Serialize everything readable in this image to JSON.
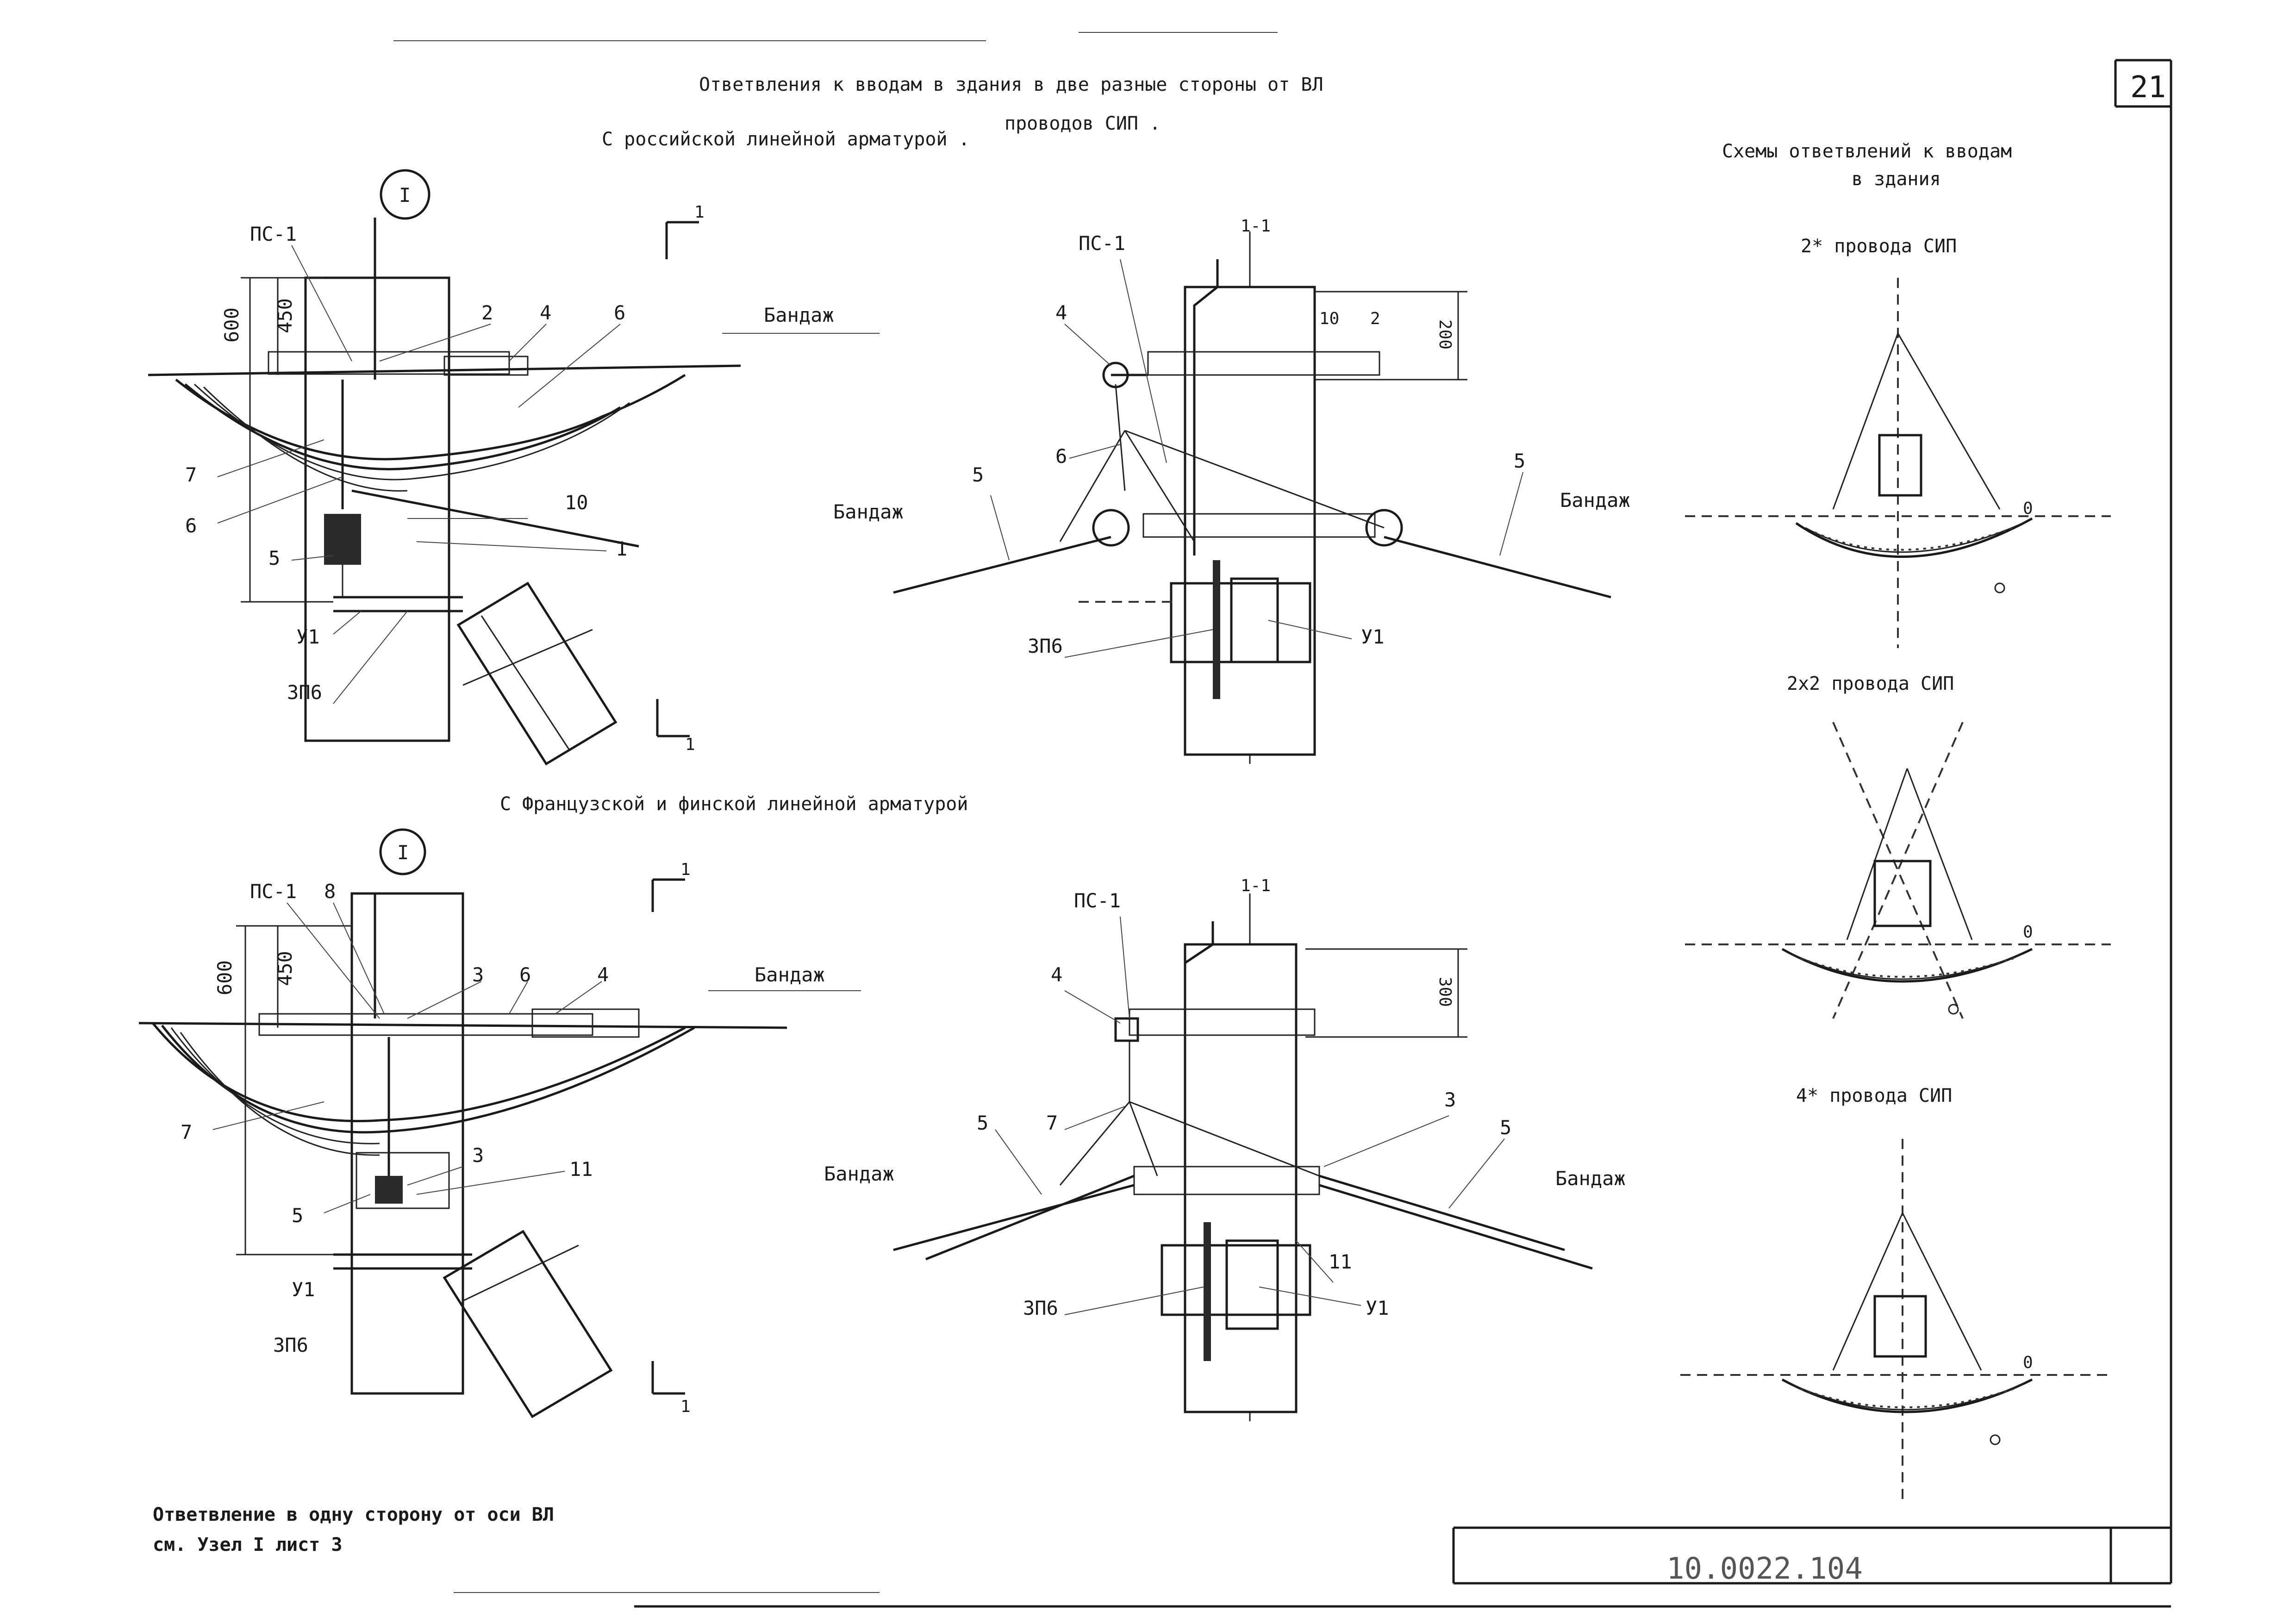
{
  "header": {
    "title_line1": "Ответвления к вводам в здания в две разные стороны от ВЛ",
    "title_line2": "проводов СИП .",
    "subtitle_russian": "С российской линейной арматурой .",
    "subtitle_french_finnish": "С Французской и финской линейной арматурой",
    "sheet_number": "21"
  },
  "schemes_panel": {
    "title_line1": "Схемы ответвлений к вводам",
    "title_line2": "в здания",
    "scheme1_caption": "2* провода СИП",
    "scheme2_caption": "2х2 провода СИП",
    "scheme3_caption": "4* провода СИП",
    "zero_label": "0"
  },
  "labels": {
    "ps1": "ПС-1",
    "bandage": "Бандаж",
    "section": "1-1",
    "node_mark": "I",
    "cut_mark": "1",
    "u1": "У1",
    "zp6": "ЗП6",
    "dim_600": "600",
    "dim_450": "450",
    "dim_200": "200",
    "dim_300": "300",
    "n1": "1",
    "n2": "2",
    "n3": "3",
    "n4": "4",
    "n5": "5",
    "n6": "6",
    "n7": "7",
    "n8": "8",
    "n10": "10",
    "n11": "11"
  },
  "footer": {
    "note_line1": "Ответвление в одну сторону от оси ВЛ",
    "note_line2": "см. Узел I лист 3",
    "doc_code": "10.0022.104"
  }
}
